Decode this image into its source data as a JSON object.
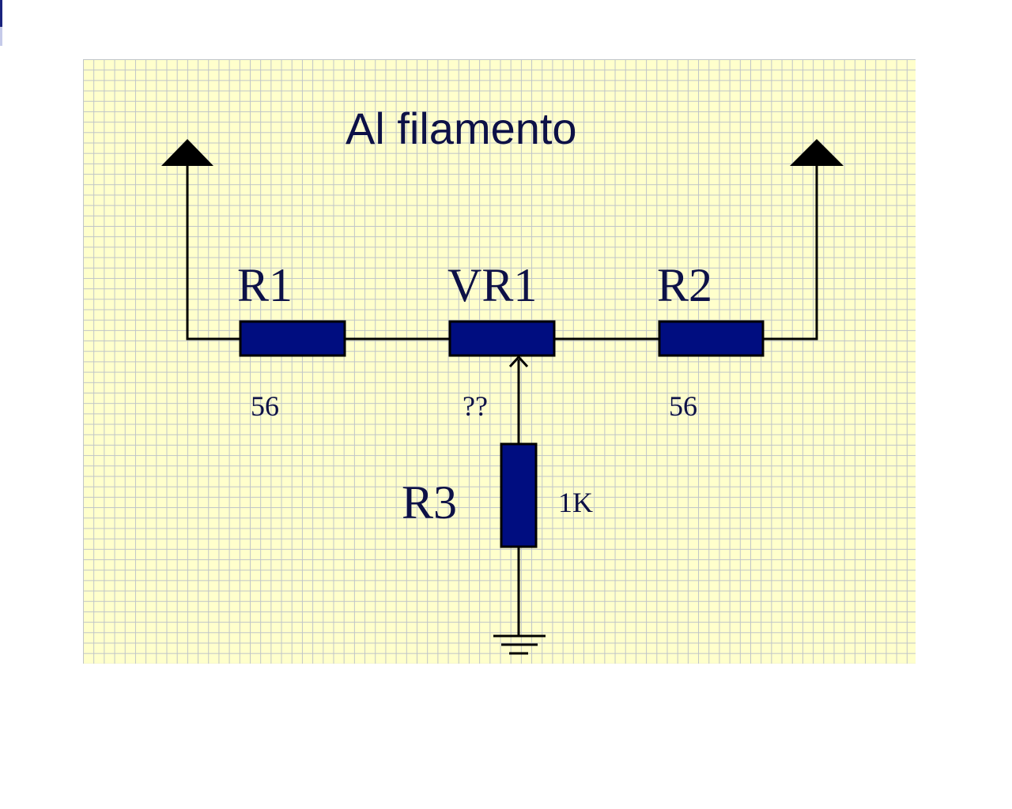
{
  "title": "Al filamento",
  "components": {
    "r1": {
      "name": "R1",
      "value": "56"
    },
    "vr1": {
      "name": "VR1",
      "value": "??"
    },
    "r2": {
      "name": "R2",
      "value": "56"
    },
    "r3": {
      "name": "R3",
      "value": "1K"
    }
  },
  "colors": {
    "grid_background": "#ffffcc",
    "grid_lines": "#bfc4c8",
    "component_fill": "#000d80",
    "text": "#0d1147",
    "wire": "#000000"
  },
  "icons": [
    "terminal-arrow-icon",
    "ground-icon",
    "wiper-arrow-icon"
  ]
}
